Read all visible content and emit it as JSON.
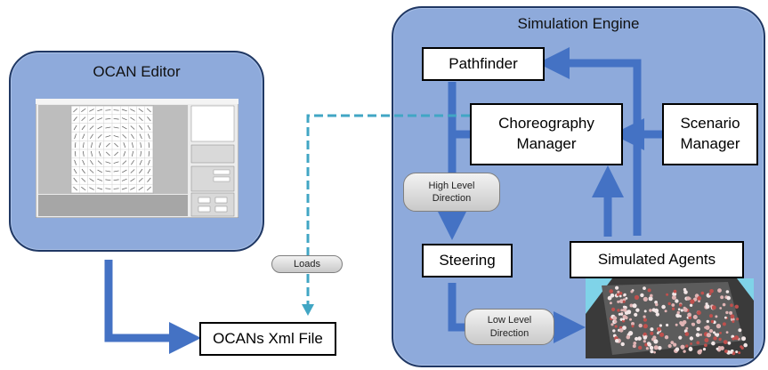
{
  "editor": {
    "title": "OCAN Editor"
  },
  "engine": {
    "title": "Simulation Engine",
    "pathfinder": "Pathfinder",
    "choreography": "Choreography\nManager",
    "scenario": "Scenario\nManager",
    "steering": "Steering",
    "agents": "Simulated Agents"
  },
  "file": {
    "label": "OCANs Xml File"
  },
  "edge_labels": {
    "loads": "Loads",
    "high_level": "High Level\nDirection",
    "low_level": "Low Level\nDirection"
  },
  "colors": {
    "panel_fill": "#8eaadb",
    "panel_border": "#203864",
    "arrow_fill": "#4472c4",
    "arrow_stroke": "#2f528f",
    "dashed_line": "#41a6c4"
  },
  "icons": {
    "editor_screenshot": "editor-screenshot-image",
    "crowd_render": "crowd-render-image"
  }
}
